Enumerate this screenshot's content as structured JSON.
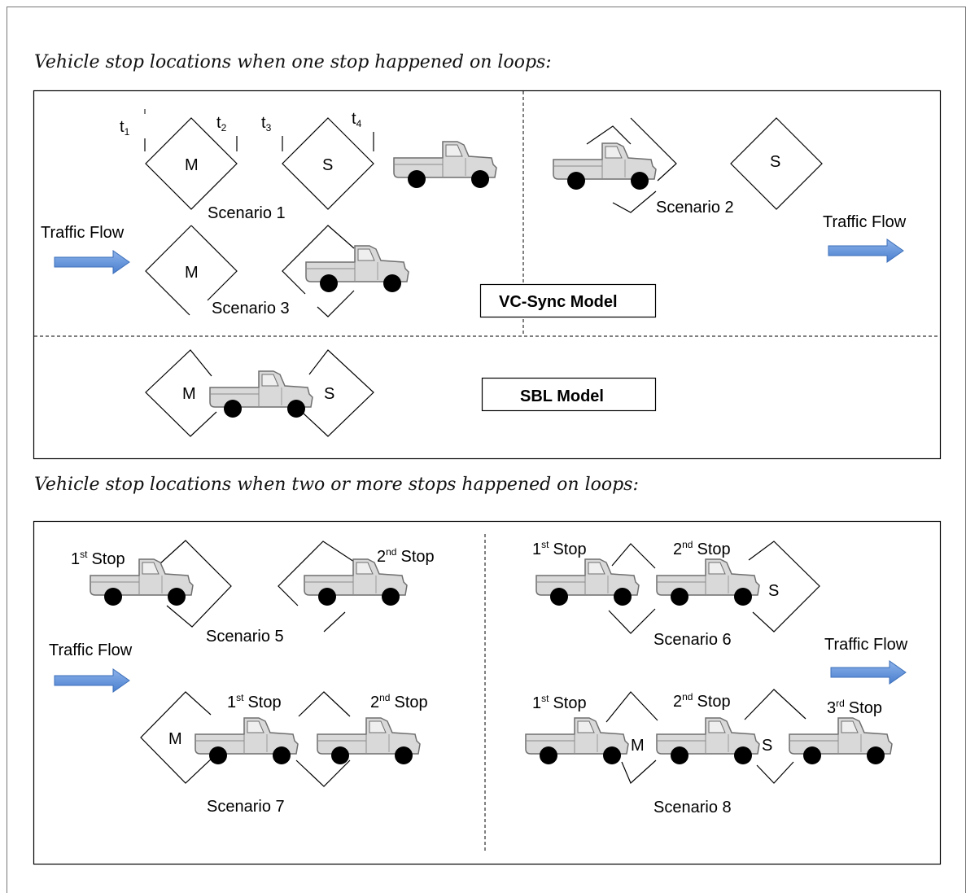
{
  "headings": {
    "one_stop": "Vehicle stop locations when one stop happened on loops:",
    "two_or_more": "Vehicle stop locations when two or more stops happened on loops:"
  },
  "loops": {
    "master": "M",
    "slave": "S"
  },
  "times": {
    "t1": "1",
    "t2": "2",
    "t3": "3",
    "t4": "4",
    "t": "t"
  },
  "scenarios": {
    "s1": "Scenario 1",
    "s2": "Scenario 2",
    "s3": "Scenario 3",
    "s5": "Scenario 5",
    "s6": "Scenario 6",
    "s7": "Scenario 7",
    "s8": "Scenario 8"
  },
  "traffic_flow": "Traffic Flow",
  "models": {
    "vc_sync": "VC-Sync Model",
    "sbl": "SBL Model"
  },
  "stops": {
    "first_num": "1",
    "first_sup": "st",
    "second_num": "2",
    "second_sup": "nd",
    "third_num": "3",
    "third_sup": "rd",
    "word": "Stop"
  },
  "colors": {
    "arrow": "#5b8ed6",
    "truck_body": "#d9d9d9",
    "wheel": "#000000",
    "frame": "#000000"
  }
}
